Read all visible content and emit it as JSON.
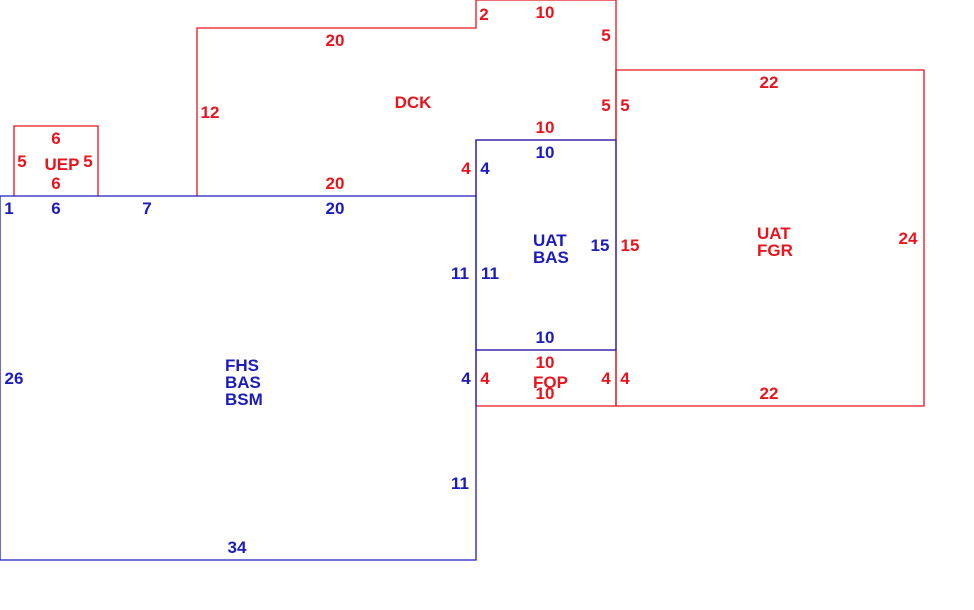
{
  "colors": {
    "red": "#e8141e",
    "blue": "#1c1cbd",
    "background": "#ffffff"
  },
  "rooms": [
    {
      "id": "dck",
      "color": "red",
      "label_lines": [
        "DCK"
      ]
    },
    {
      "id": "uep",
      "color": "red",
      "label_lines": [
        "UEP"
      ]
    },
    {
      "id": "fhs",
      "color": "blue",
      "label_lines": [
        "FHS",
        "BAS",
        "BSM"
      ]
    },
    {
      "id": "uat-bas",
      "color": "blue",
      "label_lines": [
        "UAT",
        "BAS"
      ]
    },
    {
      "id": "fop",
      "color": "red",
      "label_lines": [
        "FOP"
      ]
    },
    {
      "id": "uat-fgr",
      "color": "red",
      "label_lines": [
        "UAT",
        "FGR"
      ]
    }
  ],
  "dimensions": {
    "dck_top_left": "20",
    "dck_notch": "2",
    "dck_top_right": "10",
    "dck_right_upper": "5",
    "dck_right_lower": "5",
    "dck_left": "12",
    "dck_inner_top": "10",
    "dck_inner_side": "4",
    "dck_bottom": "20",
    "uep_top": "6",
    "uep_left": "5",
    "uep_right": "5",
    "uep_bottom": "6",
    "fhs_top_left": "1",
    "fhs_top_uep": "6",
    "fhs_top_gap": "7",
    "fhs_top_dck": "20",
    "fhs_left": "26",
    "fhs_right_upper": "11",
    "fhs_right_mid": "4",
    "fhs_right_lower": "11",
    "fhs_bottom": "34",
    "uat_bas_top": "10",
    "uat_bas_left_upper": "4",
    "uat_bas_left": "11",
    "uat_bas_right": "15",
    "uat_bas_bottom": "10",
    "fop_top": "10",
    "fop_left": "4",
    "fop_right": "4",
    "fop_bottom": "10",
    "fgr_top": "22",
    "fgr_left_upper": "5",
    "fgr_left": "15",
    "fgr_left_lower": "4",
    "fgr_right": "24",
    "fgr_bottom": "22"
  }
}
